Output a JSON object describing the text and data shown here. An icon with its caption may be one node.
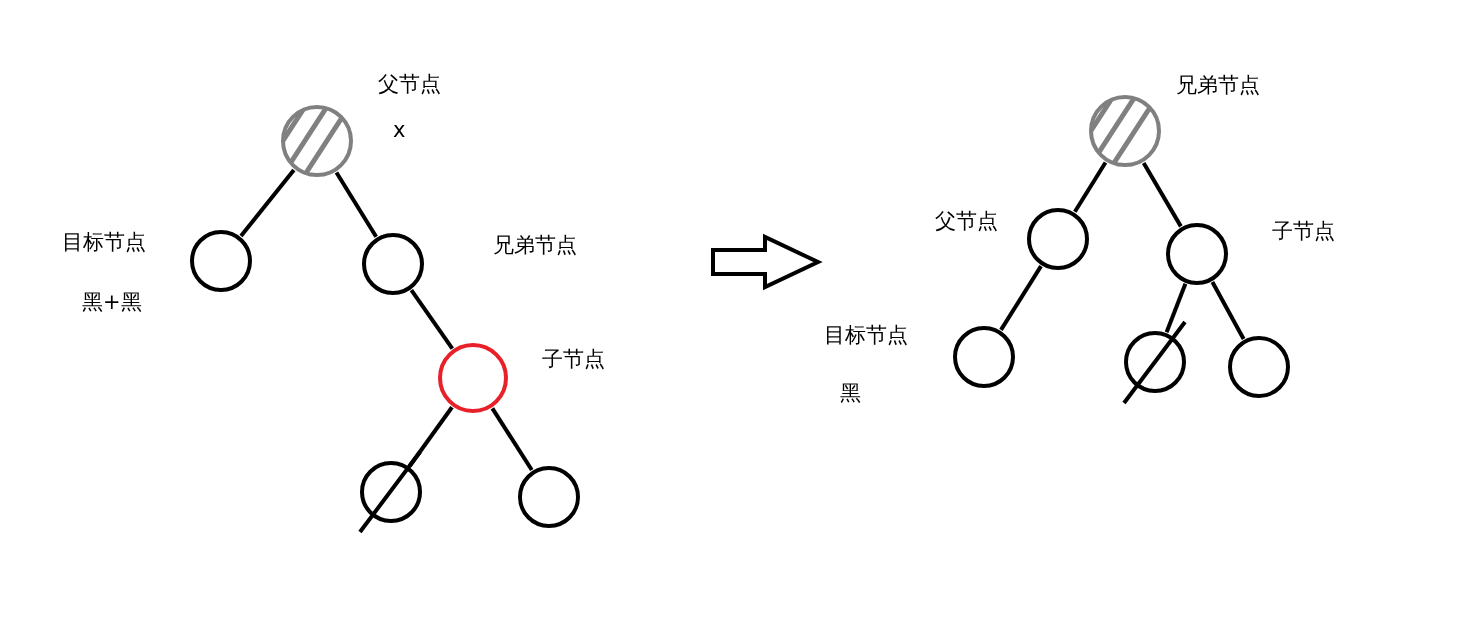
{
  "diagram": {
    "nodes": [
      {
        "text": [],
        "shape": "circle",
        "beside": [
          "父节点",
          "x"
        ]
      },
      {
        "text": [],
        "shape": "circle",
        "beside": [
          "目标节点",
          "黑+黑"
        ]
      },
      {
        "text": [],
        "shape": "circle",
        "beside": [
          "兄弟节点"
        ]
      },
      {
        "text": [],
        "shape": "circle",
        "beside": [
          "子节点"
        ]
      },
      {
        "text": [],
        "shape": "circle"
      },
      {
        "text": [],
        "shape": "circle"
      },
      {
        "text": [],
        "shape": "circle",
        "beside": [
          "兄弟节点"
        ]
      },
      {
        "text": [],
        "shape": "circle",
        "beside": [
          "父节点"
        ]
      },
      {
        "text": [],
        "shape": "circle",
        "beside": [
          "子节点"
        ]
      },
      {
        "text": [],
        "shape": "circle",
        "beside": [
          "目标节点",
          "黑"
        ]
      },
      {
        "text": [],
        "shape": "circle"
      },
      {
        "text": [],
        "shape": "circle"
      }
    ],
    "edges": [
      {
        "from": 0,
        "to": 1,
        "arrow": "none"
      },
      {
        "from": 0,
        "to": 2,
        "arrow": "none"
      },
      {
        "from": 2,
        "to": 3,
        "arrow": "none"
      },
      {
        "from": 3,
        "to": 4,
        "arrow": "none"
      },
      {
        "from": 3,
        "to": 5,
        "arrow": "none"
      },
      {
        "from": 6,
        "to": 7,
        "arrow": "none"
      },
      {
        "from": 6,
        "to": 8,
        "arrow": "none"
      },
      {
        "from": 7,
        "to": 9,
        "arrow": "none"
      },
      {
        "from": 8,
        "to": 10,
        "arrow": "none"
      },
      {
        "from": 8,
        "to": 11,
        "arrow": "none"
      }
    ]
  }
}
